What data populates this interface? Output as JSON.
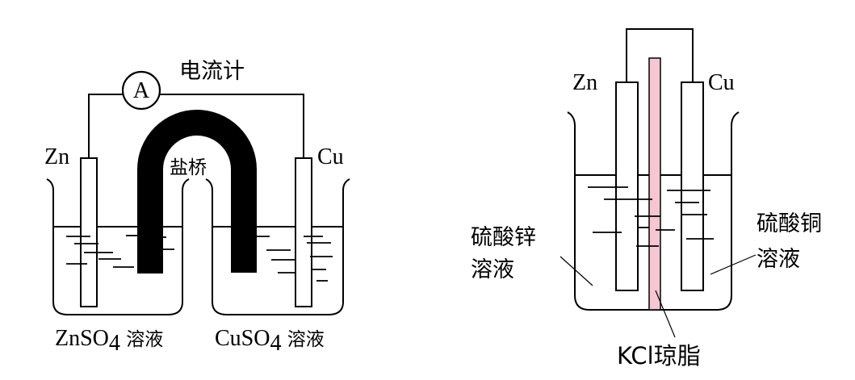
{
  "left_cell": {
    "ammeter_symbol": "A",
    "ammeter_label": "电流计",
    "anode_label": "Zn",
    "cathode_label": "Cu",
    "salt_bridge_label": "盐桥",
    "anode_solution": {
      "formula": "ZnSO",
      "subscript": "4",
      "suffix": " 溶液"
    },
    "cathode_solution": {
      "formula": "CuSO",
      "subscript": "4",
      "suffix": " 溶液"
    }
  },
  "right_cell": {
    "anode_label": "Zn",
    "cathode_label": "Cu",
    "left_solution": [
      "硫酸锌",
      "溶液"
    ],
    "right_solution": [
      "硫酸铜",
      "溶液"
    ],
    "separator_label": "KCl琼脂"
  },
  "colors": {
    "line": "#000000",
    "bridge": "#000000",
    "agar": "#f6c6d2",
    "background": "#ffffff"
  }
}
